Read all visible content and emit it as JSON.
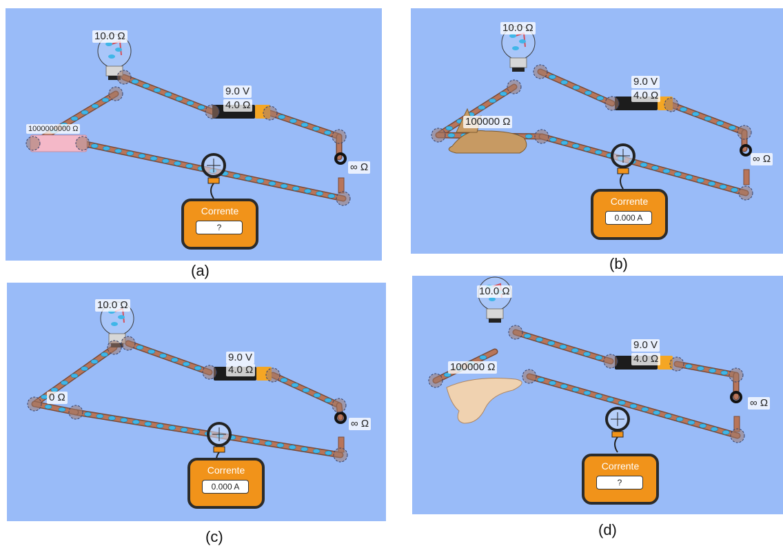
{
  "panels": [
    {
      "caption": "(a)",
      "bulb_label": "10.0 Ω",
      "battery_voltage": "9.0 V",
      "battery_resistance": "4.0 Ω",
      "switch_label": "∞ Ω",
      "object_label": "1000000000 Ω",
      "object_kind": "resistor",
      "meter_title": "Corrente",
      "meter_reading": "?"
    },
    {
      "caption": "(b)",
      "bulb_label": "10.0 Ω",
      "battery_voltage": "9.0 V",
      "battery_resistance": "4.0 Ω",
      "switch_label": "∞ Ω",
      "object_label": "100000 Ω",
      "object_kind": "dog",
      "meter_title": "Corrente",
      "meter_reading": "0.000 A"
    },
    {
      "caption": "(c)",
      "bulb_label": "10.0 Ω",
      "battery_voltage": "9.0 V",
      "battery_resistance": "4.0 Ω",
      "switch_label": "∞ Ω",
      "object_label": "0 Ω",
      "object_kind": "wire",
      "meter_title": "Corrente",
      "meter_reading": "0.000 A"
    },
    {
      "caption": "(d)",
      "bulb_label": "10.0 Ω",
      "battery_voltage": "9.0 V",
      "battery_resistance": "4.0 Ω",
      "switch_label": "∞ Ω",
      "object_label": "100000 Ω",
      "object_kind": "hand",
      "meter_title": "Corrente",
      "meter_reading": "?"
    }
  ],
  "colors": {
    "background": "#99bbf8",
    "wire": "#b8755a",
    "electron": "#3fb6e8",
    "meter_body": "#f1931a",
    "battery_orange": "#f5a623",
    "resistor_pink": "#f4b8c8",
    "dog_tan": "#c79a63",
    "hand_skin": "#f0d2b0"
  }
}
